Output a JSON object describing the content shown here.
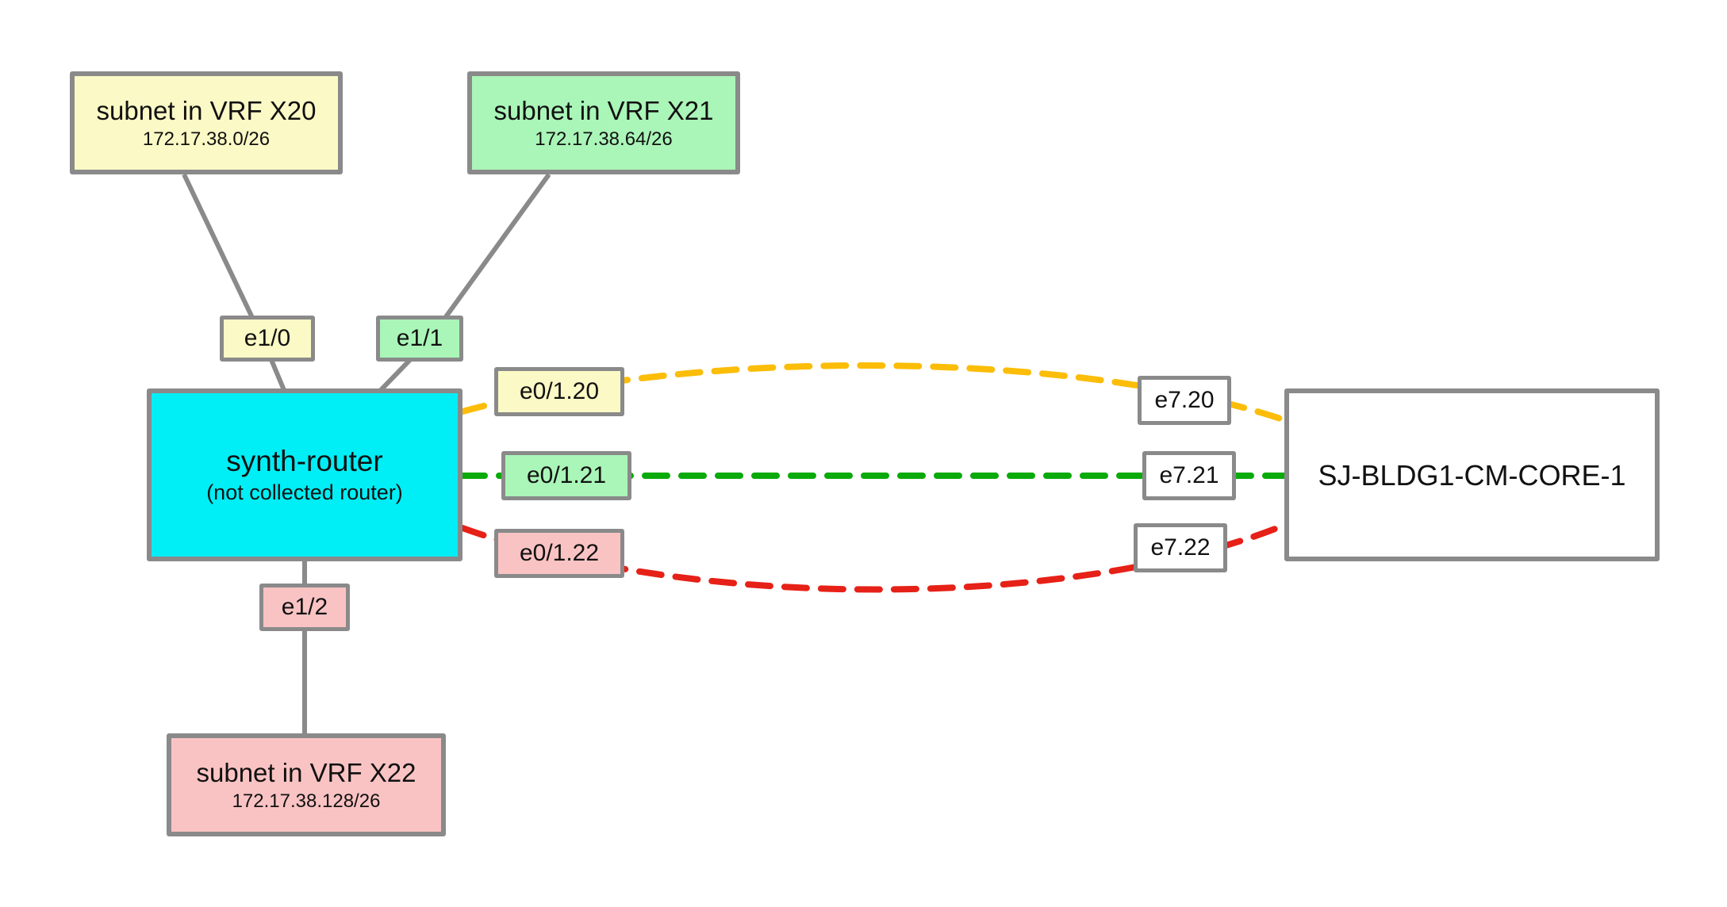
{
  "colors": {
    "background": "#FFFFFF",
    "node_border": "#8A8A8A",
    "link_solid_gray": "#8A8A8A",
    "link_dashed_orange": "#FBBD08",
    "link_dashed_green": "#0AAA0A",
    "link_dashed_red": "#E62117",
    "vrf_x20_fill": "#FBF9C5",
    "vrf_x21_fill": "#AAF5B8",
    "vrf_x22_fill": "#FAC3C3",
    "router_fill": "#00EEF5",
    "core_fill": "#FFFFFF",
    "text": "#111111"
  },
  "nodes": {
    "subnet_x20": {
      "title": "subnet in VRF X20",
      "subnet": "172.17.38.0/26"
    },
    "subnet_x21": {
      "title": "subnet in VRF X21",
      "subnet": "172.17.38.64/26"
    },
    "subnet_x22": {
      "title": "subnet in VRF X22",
      "subnet": "172.17.38.128/26"
    },
    "router": {
      "title": "synth-router",
      "subtitle": "(not collected router)"
    },
    "core": {
      "title": "SJ-BLDG1-CM-CORE-1"
    }
  },
  "interfaces": {
    "e1_0": {
      "label": "e1/0",
      "vrf_color": "#FBF9C5"
    },
    "e1_1": {
      "label": "e1/1",
      "vrf_color": "#AAF5B8"
    },
    "e1_2": {
      "label": "e1/2",
      "vrf_color": "#FAC3C3"
    },
    "e0_1_20": {
      "label": "e0/1.20",
      "vrf_color": "#FBF9C5"
    },
    "e0_1_21": {
      "label": "e0/1.21",
      "vrf_color": "#AAF5B8"
    },
    "e0_1_22": {
      "label": "e0/1.22",
      "vrf_color": "#FAC3C3"
    },
    "e7_20": {
      "label": "e7.20",
      "vrf_color": "#FFFFFF"
    },
    "e7_21": {
      "label": "e7.21",
      "vrf_color": "#FFFFFF"
    },
    "e7_22": {
      "label": "e7.22",
      "vrf_color": "#FFFFFF"
    }
  },
  "links": [
    {
      "from": "subnet in VRF X20",
      "to": "synth-router",
      "via": "e1/0",
      "style": "solid",
      "color": "#8A8A8A"
    },
    {
      "from": "subnet in VRF X21",
      "to": "synth-router",
      "via": "e1/1",
      "style": "solid",
      "color": "#8A8A8A"
    },
    {
      "from": "synth-router",
      "to": "subnet in VRF X22",
      "via": "e1/2",
      "style": "solid",
      "color": "#8A8A8A"
    },
    {
      "from": "synth-router e0/1.20",
      "to": "SJ-BLDG1-CM-CORE-1 e7.20",
      "style": "dashed",
      "color": "#FBBD08"
    },
    {
      "from": "synth-router e0/1.21",
      "to": "SJ-BLDG1-CM-CORE-1 e7.21",
      "style": "dashed",
      "color": "#0AAA0A"
    },
    {
      "from": "synth-router e0/1.22",
      "to": "SJ-BLDG1-CM-CORE-1 e7.22",
      "style": "dashed",
      "color": "#E62117"
    }
  ]
}
